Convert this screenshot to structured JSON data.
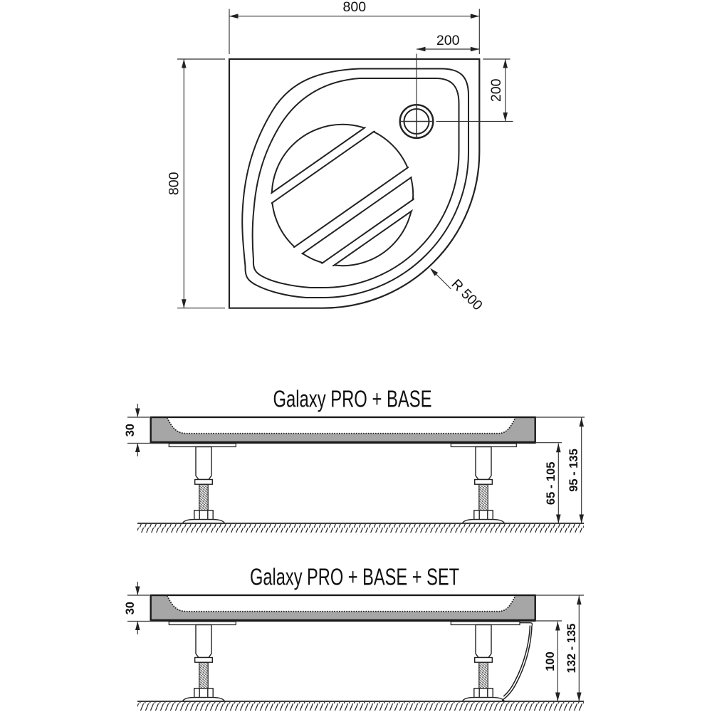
{
  "plan_view": {
    "dim_width_top": "800",
    "dim_drain_offset_top": "200",
    "dim_drain_offset_right": "200",
    "dim_depth_left": "800",
    "dim_corner_radius": "R 500"
  },
  "elevation_base": {
    "title": "Galaxy PRO + BASE",
    "dim_tray_height": "30",
    "dim_leg_clearance": "65 - 105",
    "dim_total_height": "95 - 135"
  },
  "elevation_base_set": {
    "title": "Galaxy PRO + BASE + SET",
    "dim_tray_height": "30",
    "dim_panel_clearance": "100",
    "dim_total_height": "132 - 135"
  },
  "colors": {
    "line": "#222222",
    "fill_gray": "#a6a6a6",
    "background": "#ffffff"
  }
}
